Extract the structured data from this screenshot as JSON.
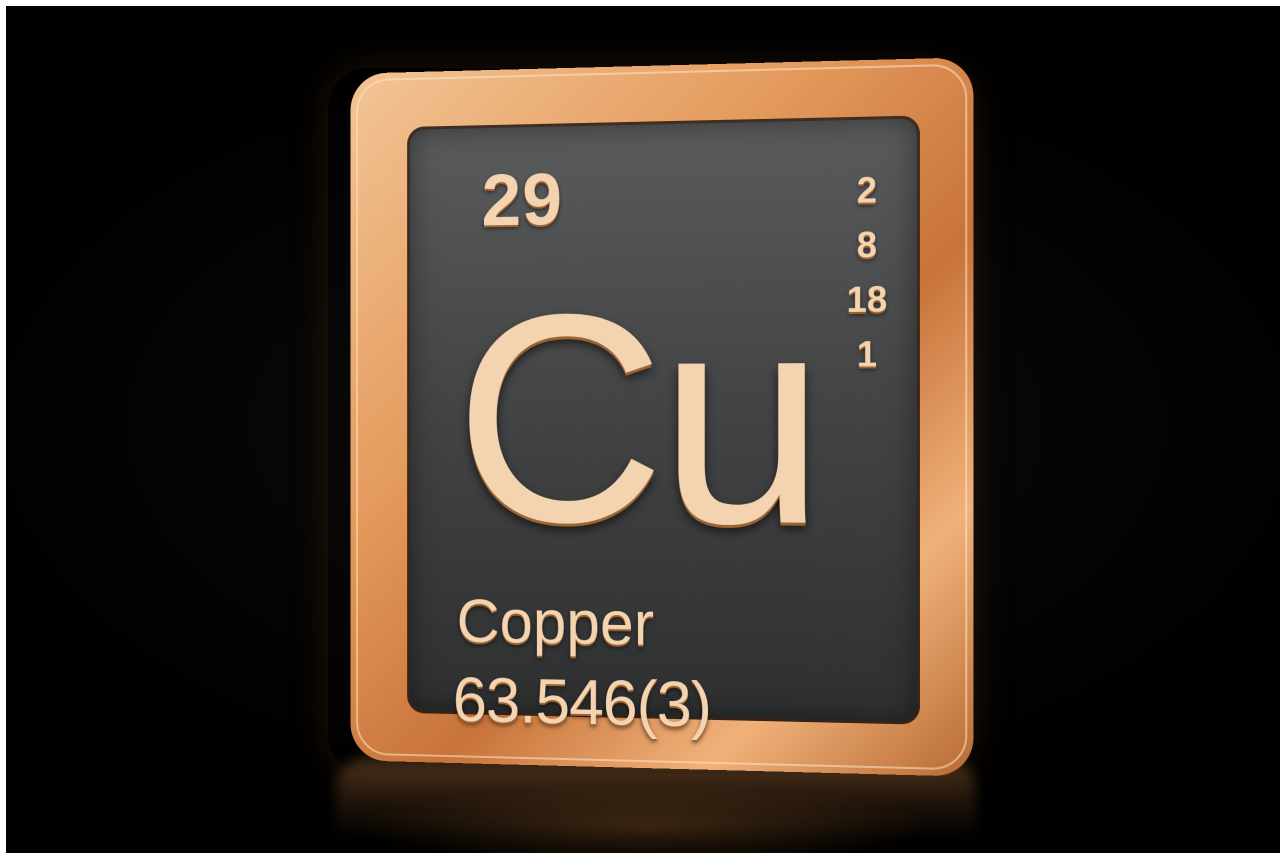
{
  "element": {
    "atomic_number": "29",
    "symbol": "Cu",
    "name": "Copper",
    "atomic_mass": "63.546(3)",
    "electron_shells": [
      "2",
      "8",
      "18",
      "1"
    ]
  },
  "colors": {
    "background": "#000000",
    "frame": "#e49a5c",
    "face": "#444546",
    "text": "#f4d4b0"
  }
}
